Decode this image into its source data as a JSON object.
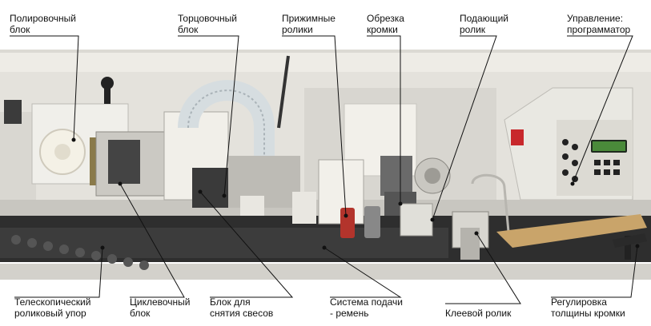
{
  "labels": {
    "polishing_block": "Полировочный\nблок",
    "end_block": "Торцовочный\nблок",
    "pressure_rollers": "Прижимные\nролики",
    "edge_trimming": "Обрезка\nкромки",
    "feed_roller": "Подающий\nролик",
    "control_programmer": "Управление:\nпрограмматор",
    "telescopic_stop": "Телескопический\nроликовый упор",
    "scraping_block": "Циклевочный\nблок",
    "overhang_removal": "Блок для\nснятия свесов",
    "feed_system": "Система подачи\n- ремень",
    "glue_roller": "Клеевой ролик",
    "edge_thickness": "Регулировка\nтолщины кромки"
  },
  "panel_display": "",
  "colors": {
    "machine_body": "#e8e6e0",
    "frame_dark": "#3a3a3a",
    "belt": "#2a2a2a",
    "accent_red": "#c8282c",
    "label_text": "#111111",
    "leader_line": "#111111"
  }
}
